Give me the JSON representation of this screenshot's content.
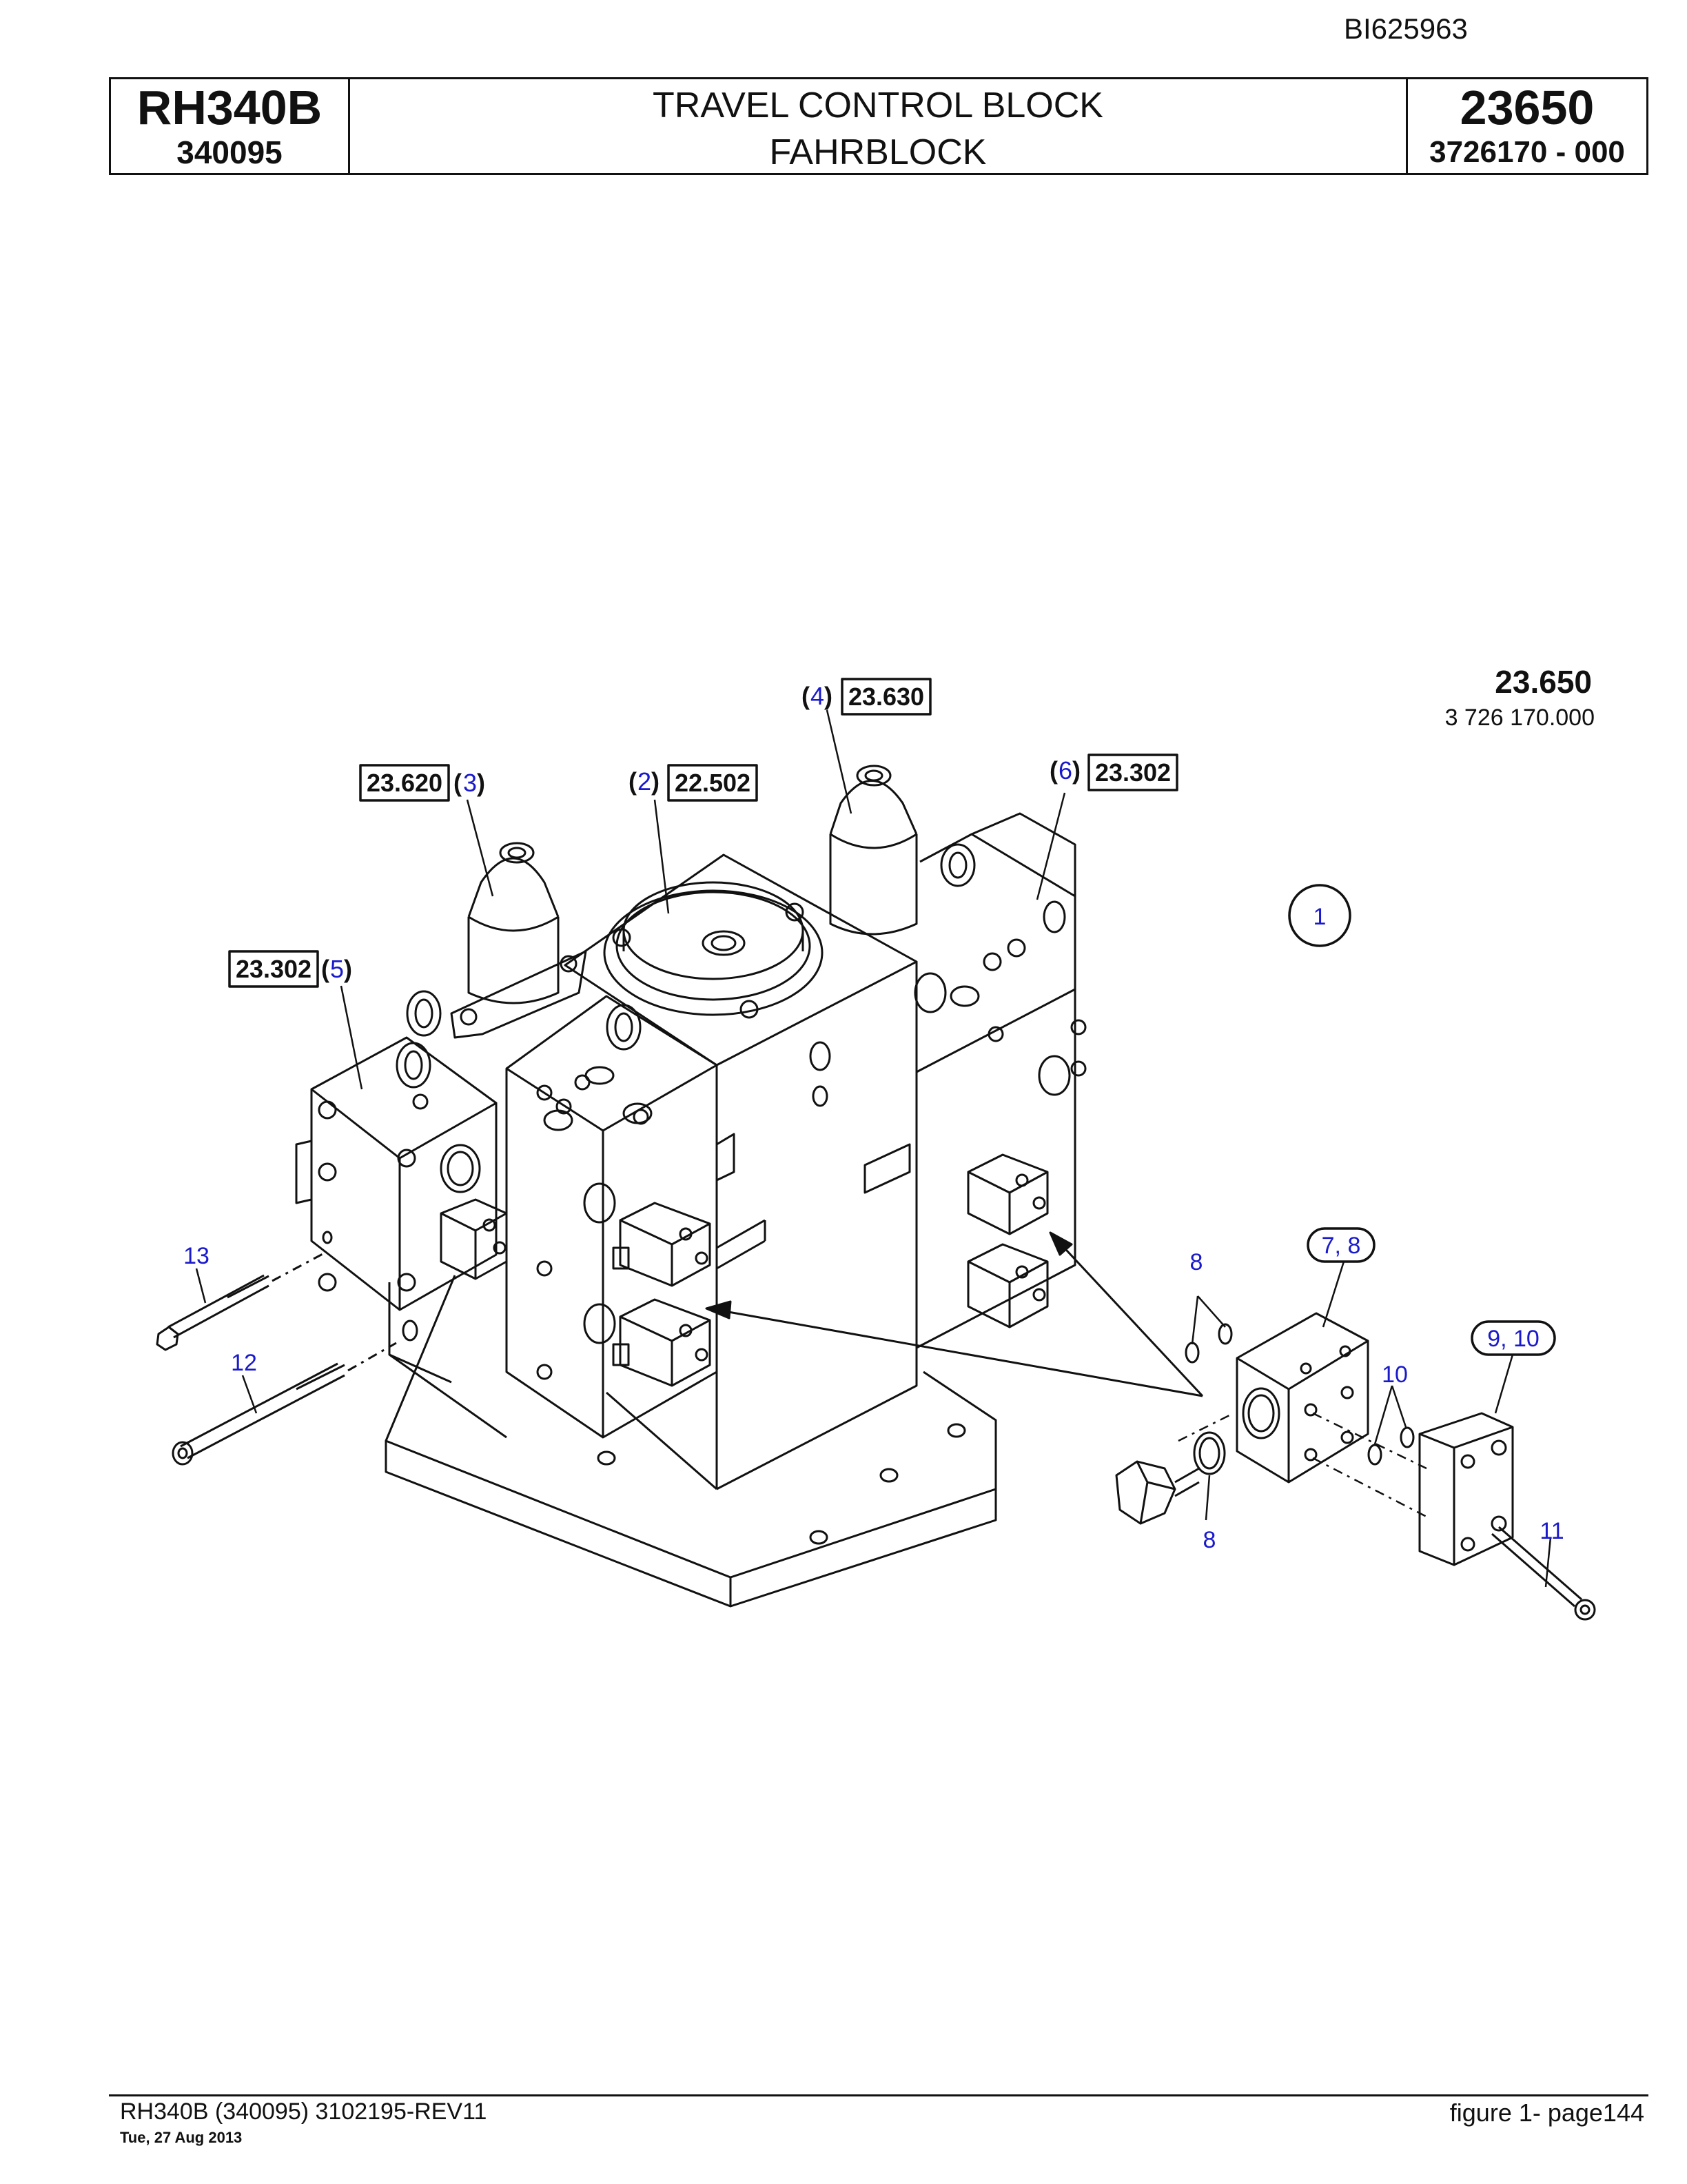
{
  "doc_id": "BI625963",
  "header": {
    "model": "RH340B",
    "serial": "340095",
    "title_en": "TRAVEL CONTROL BLOCK",
    "title_de": "FAHRBLOCK",
    "group": "23650",
    "part_no": "3726170  - 000"
  },
  "figure": {
    "group_label": "23.650",
    "group_part": "3 726 170.000",
    "main_item": "1",
    "callouts": {
      "c4_num": "4",
      "c4_ref": "23.630",
      "c3_ref": "23.620",
      "c3_num": "3",
      "c2_num": "2",
      "c2_ref": "22.502",
      "c6_num": "6",
      "c6_ref": "23.302",
      "c5_ref": "23.302",
      "c5_num": "5"
    },
    "items": {
      "i13": "13",
      "i12": "12",
      "i8_top": "8",
      "i78": "7, 8",
      "i910": "9, 10",
      "i10": "10",
      "i8_bot": "8",
      "i11": "11"
    },
    "colors": {
      "line": "#111111",
      "number": "#1a1acc"
    }
  },
  "footer": {
    "left": "RH340B (340095) 3102195-REV11",
    "date": "Tue, 27 Aug 2013",
    "right": "figure  1- page144"
  }
}
